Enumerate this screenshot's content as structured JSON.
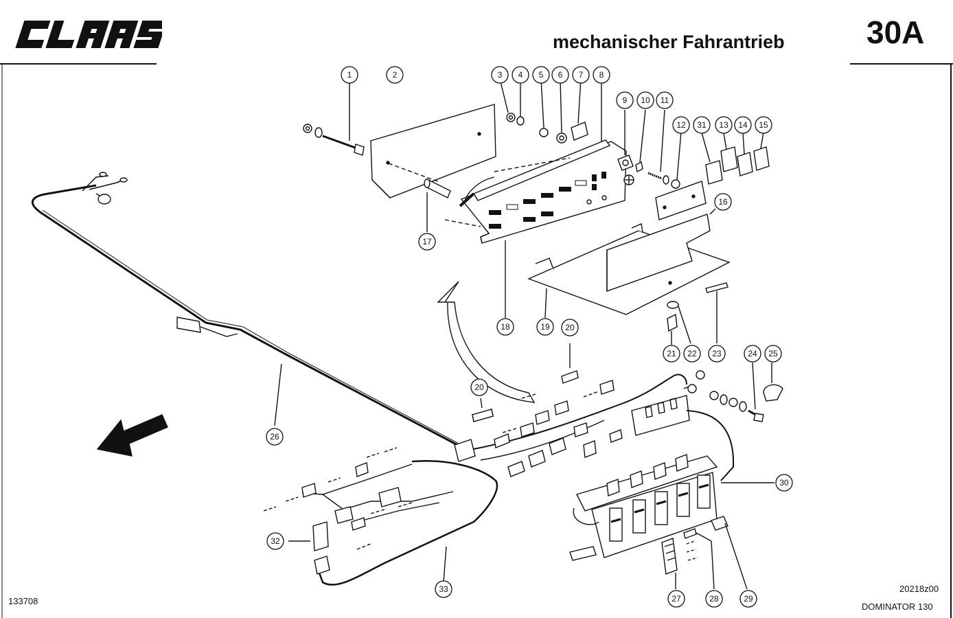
{
  "header": {
    "brand": "CLAAS",
    "title": "mechanischer Fahrantrieb",
    "page_code": "30A"
  },
  "footer": {
    "drawing_number": "133708",
    "diagram_code": "20218z00",
    "model": "DOMINATOR 130"
  },
  "callouts": [
    "1",
    "2",
    "3",
    "4",
    "5",
    "6",
    "7",
    "8",
    "9",
    "10",
    "11",
    "12",
    "31",
    "13",
    "14",
    "15",
    "16",
    "17",
    "18",
    "19",
    "20",
    "20",
    "21",
    "22",
    "23",
    "24",
    "25",
    "26",
    "30",
    "32",
    "33",
    "27",
    "28",
    "29"
  ],
  "colors": {
    "ink": "#111111",
    "paper": "#ffffff"
  },
  "icons": {
    "direction": "forward-direction-arrow-icon",
    "ground": "ground-symbol-icon"
  }
}
